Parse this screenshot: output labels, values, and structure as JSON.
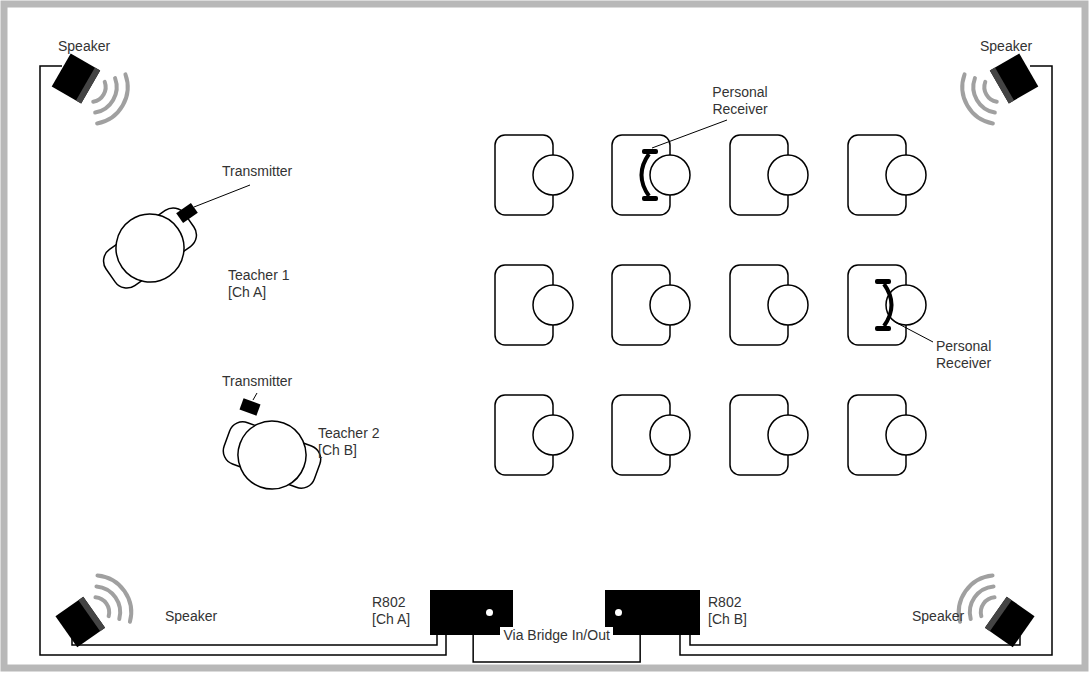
{
  "diagram": {
    "nodes": [
      {
        "text": [
          "R802 [Ch A]"
        ]
      },
      {
        "text": [
          "R802 [Ch B]"
        ]
      }
    ],
    "edges": [
      {
        "from": 0,
        "to": 1,
        "label": "Via Bridge In/Out",
        "arrow": "none"
      }
    ],
    "labels": [
      "Speaker",
      "Speaker",
      "Speaker",
      "Speaker",
      "Transmitter",
      "Transmitter",
      "Teacher 1 [Ch A]",
      "Teacher 2 [Ch B]",
      "Personal Receiver",
      "Personal Receiver"
    ]
  }
}
